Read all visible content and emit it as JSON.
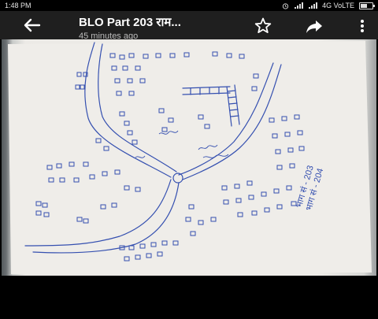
{
  "status_bar": {
    "time": "1:48 PM",
    "network": "4G VoLTE",
    "battery_level": 0.6
  },
  "toolbar": {
    "title": "BLO Part 203 राम...",
    "subtitle": "45 minutes ago",
    "icons": {
      "back": "back-arrow-icon",
      "star": "star-icon",
      "share": "share-icon",
      "menu": "more-vert-icon"
    }
  },
  "photo": {
    "annotation_line1": "भाग सं - 203",
    "annotation_line2": "भाग सं - 204"
  },
  "colors": {
    "toolbar_bg": "#1f1f1f",
    "ink": "#2f4aa8",
    "paper": "#eeece8"
  }
}
